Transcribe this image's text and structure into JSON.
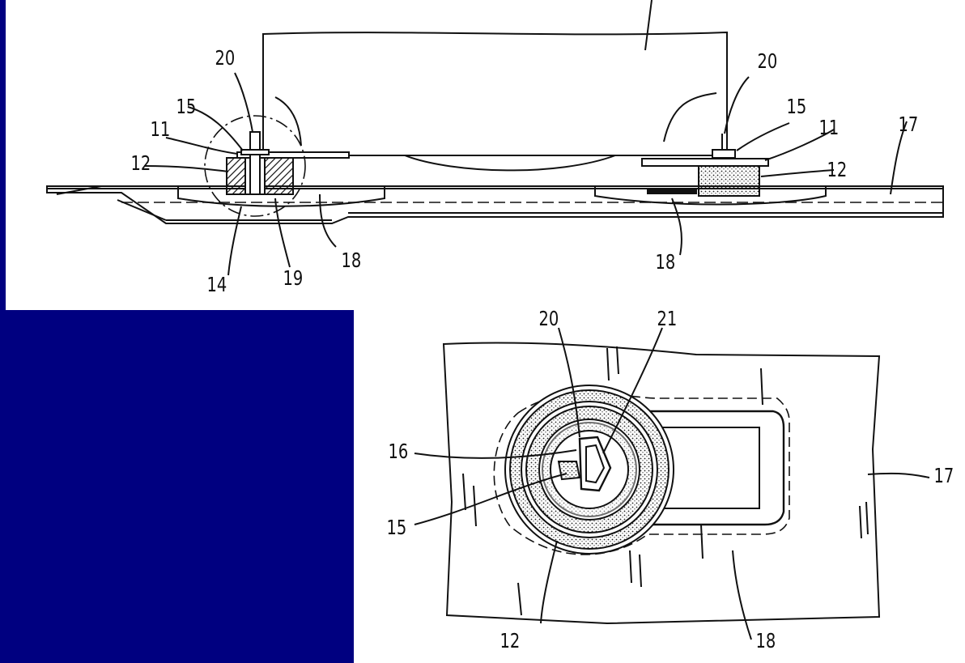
{
  "top_view": {
    "labels": {
      "l20_left": "20",
      "l15_left": "15",
      "l11_left": "11",
      "l12_left": "12",
      "l14": "14",
      "l19": "19",
      "l18_left": "18",
      "l20_right": "20",
      "l15_right": "15",
      "l11_right": "11",
      "l12_right": "12",
      "l17": "17",
      "l18_right": "18"
    }
  },
  "bottom_view": {
    "labels": {
      "l20": "20",
      "l21": "21",
      "l16": "16",
      "l15": "15",
      "l17": "17",
      "l12": "12",
      "l18": "18"
    }
  },
  "colors": {
    "background": "#000080",
    "panel": "#ffffff",
    "ink": "#111111"
  }
}
